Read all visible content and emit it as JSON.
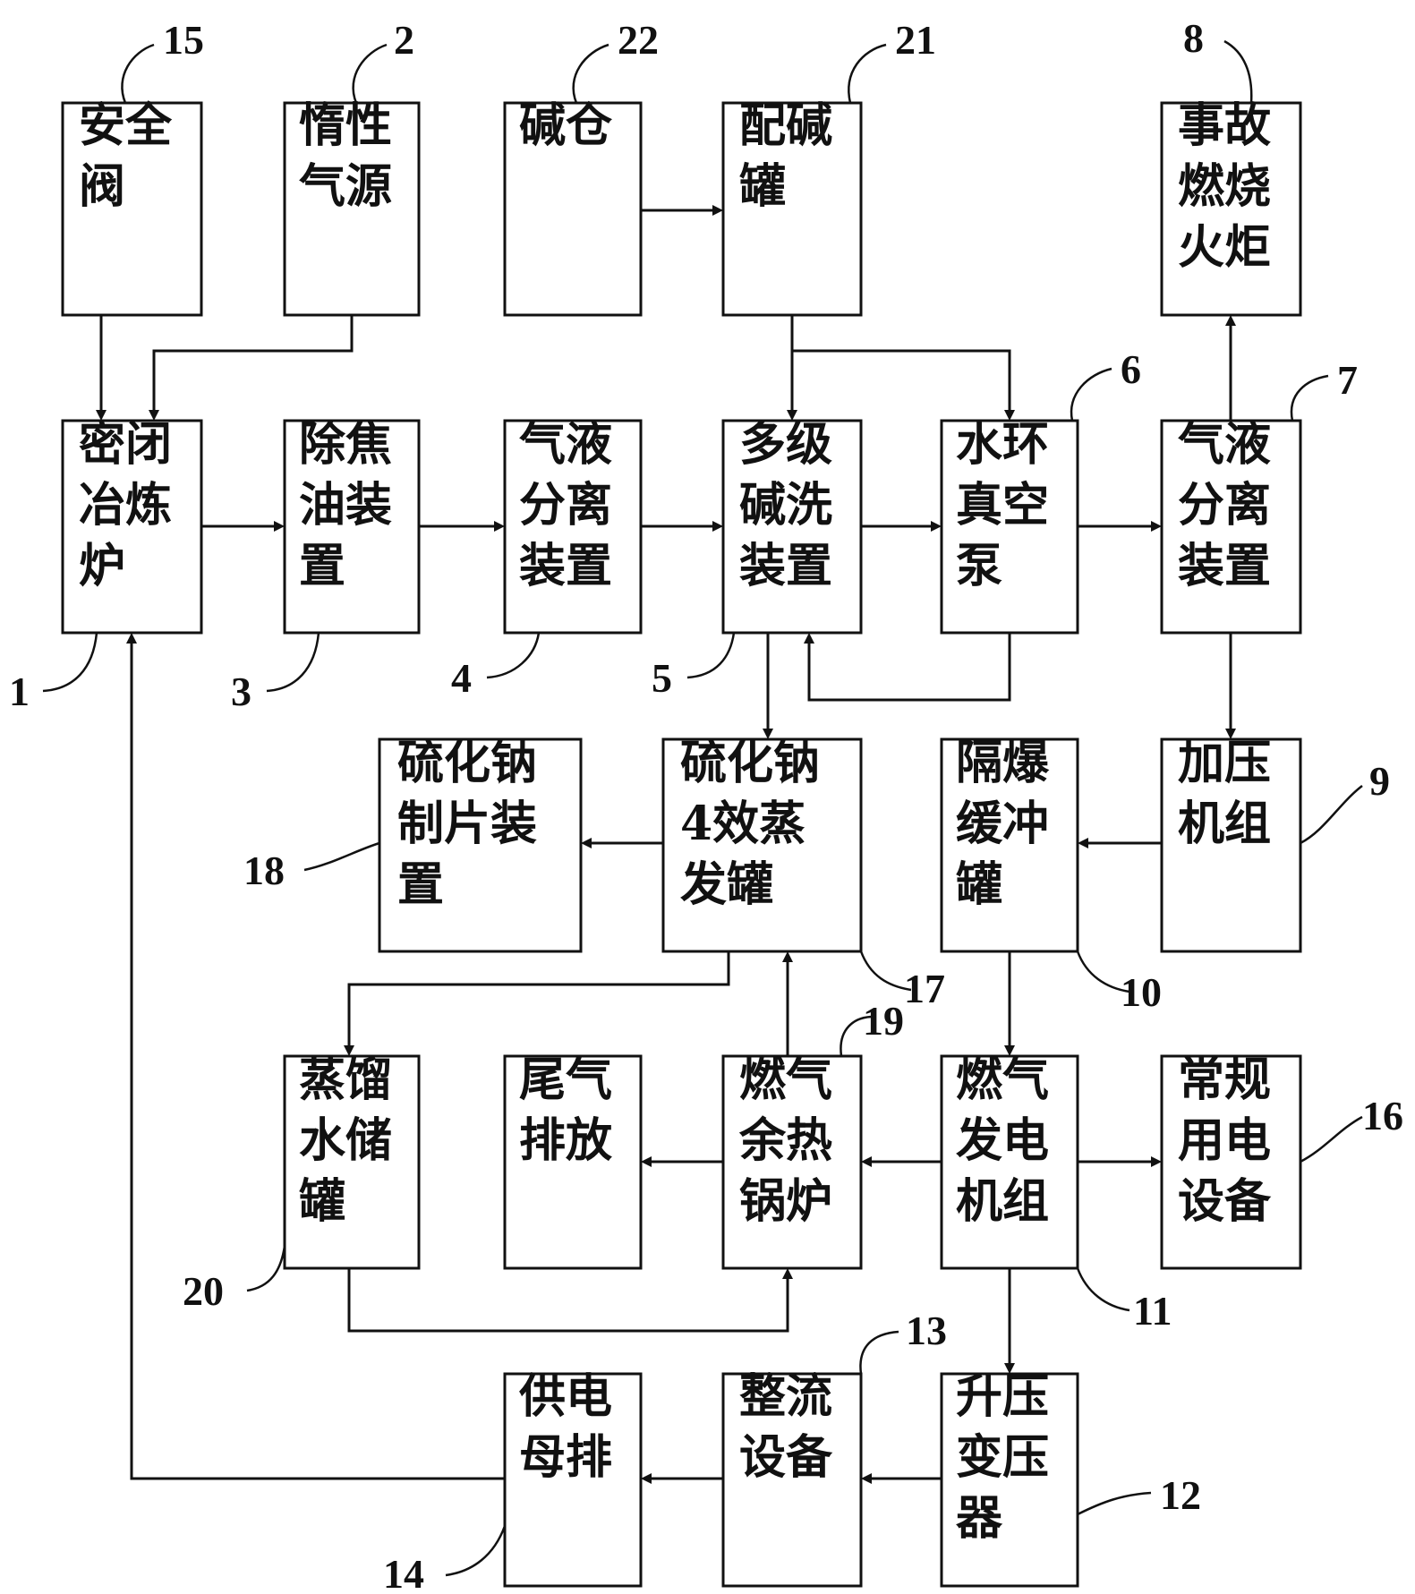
{
  "boxes": [
    {
      "id": "b15",
      "lines": [
        "安全",
        "阀"
      ]
    },
    {
      "id": "b2",
      "lines": [
        "惰性",
        "气源"
      ]
    },
    {
      "id": "b22",
      "lines": [
        "碱仓"
      ]
    },
    {
      "id": "b21",
      "lines": [
        "配碱",
        "罐"
      ]
    },
    {
      "id": "b8",
      "lines": [
        "事故",
        "燃烧",
        "火炬"
      ]
    },
    {
      "id": "b1",
      "lines": [
        "密闭",
        "冶炼",
        "炉"
      ]
    },
    {
      "id": "b3",
      "lines": [
        "除焦",
        "油装",
        "置"
      ]
    },
    {
      "id": "b4",
      "lines": [
        "气液",
        "分离",
        "装置"
      ]
    },
    {
      "id": "b5",
      "lines": [
        "多级",
        "碱洗",
        "装置"
      ]
    },
    {
      "id": "b6",
      "lines": [
        "水环",
        "真空",
        "泵"
      ]
    },
    {
      "id": "b7",
      "lines": [
        "气液",
        "分离",
        "装置"
      ]
    },
    {
      "id": "b18",
      "lines": [
        "硫化钠",
        "制片装",
        "置"
      ]
    },
    {
      "id": "b17",
      "lines": [
        "硫化钠",
        "4效蒸",
        "发罐"
      ]
    },
    {
      "id": "b10",
      "lines": [
        "隔爆",
        "缓冲",
        "罐"
      ]
    },
    {
      "id": "b9",
      "lines": [
        "加压",
        "机组"
      ]
    },
    {
      "id": "b20",
      "lines": [
        "蒸馏",
        "水储",
        "罐"
      ]
    },
    {
      "id": "bt",
      "lines": [
        "尾气",
        "排放"
      ]
    },
    {
      "id": "b19",
      "lines": [
        "燃气",
        "余热",
        "锅炉"
      ]
    },
    {
      "id": "b11",
      "lines": [
        "燃气",
        "发电",
        "机组"
      ]
    },
    {
      "id": "b16",
      "lines": [
        "常规",
        "用电",
        "设备"
      ]
    },
    {
      "id": "b14",
      "lines": [
        "供电",
        "母排"
      ]
    },
    {
      "id": "b13",
      "lines": [
        "整流",
        "设备"
      ]
    },
    {
      "id": "b12",
      "lines": [
        "升压",
        "变压",
        "器"
      ]
    }
  ],
  "labels": [
    {
      "id": "n15",
      "text": "15"
    },
    {
      "id": "n2",
      "text": "2"
    },
    {
      "id": "n22",
      "text": "22"
    },
    {
      "id": "n21",
      "text": "21"
    },
    {
      "id": "n8",
      "text": "8"
    },
    {
      "id": "n6",
      "text": "6"
    },
    {
      "id": "n7",
      "text": "7"
    },
    {
      "id": "n1",
      "text": "1"
    },
    {
      "id": "n3",
      "text": "3"
    },
    {
      "id": "n4",
      "text": "4"
    },
    {
      "id": "n5",
      "text": "5"
    },
    {
      "id": "n9",
      "text": "9"
    },
    {
      "id": "n18",
      "text": "18"
    },
    {
      "id": "n17",
      "text": "17"
    },
    {
      "id": "n10",
      "text": "10"
    },
    {
      "id": "n19",
      "text": "19"
    },
    {
      "id": "n16",
      "text": "16"
    },
    {
      "id": "n20",
      "text": "20"
    },
    {
      "id": "n11",
      "text": "11"
    },
    {
      "id": "n13",
      "text": "13"
    },
    {
      "id": "n12",
      "text": "12"
    },
    {
      "id": "n14",
      "text": "14"
    }
  ]
}
